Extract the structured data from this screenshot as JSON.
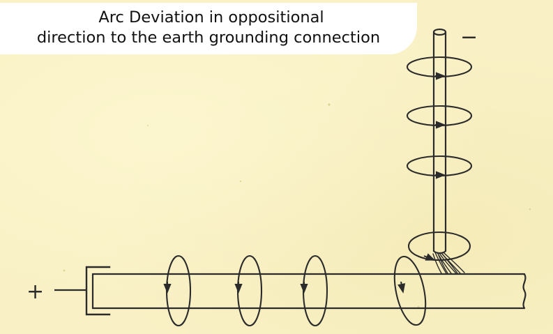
{
  "caption": {
    "line1": "Arc Deviation in oppositional",
    "line2": "direction to the earth grounding connection"
  },
  "polarity": {
    "electrode": "−",
    "workpiece": "+"
  },
  "colors": {
    "background": "#f9f1c5",
    "ink": "#2b2b2b",
    "caption_box": "#ffffff"
  },
  "icons": {
    "field_loop_arrow": "arrowhead-triangle",
    "arc_sparks": "spark-strands"
  }
}
